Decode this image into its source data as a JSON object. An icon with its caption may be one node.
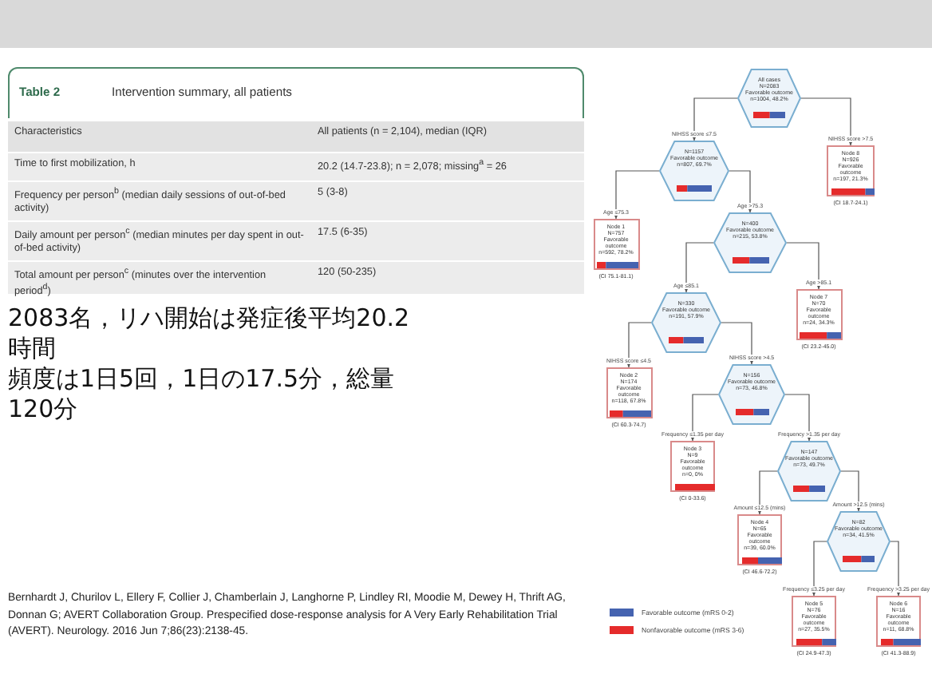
{
  "diagram": {
    "nodes": [
      {
        "text": [
          "All cases",
          "N=2083",
          "Favorable outcome",
          "n=1004, 48.2%"
        ]
      },
      {
        "text": [
          "N=1157",
          "Favorable outcome",
          "n=807, 69.7%"
        ]
      },
      {
        "text": [
          "Node 8",
          "N=926",
          "Favorable outcome",
          "n=197, 21.3%"
        ],
        "beside": [
          "(CI 18.7-24.1)"
        ]
      },
      {
        "text": [
          "Node 1",
          "N=757",
          "Favorable outcome",
          "n=592, 78.2%"
        ],
        "beside": [
          "(CI 75.1-81.1)"
        ]
      },
      {
        "text": [
          "N=400",
          "Favorable outcome",
          "n=215, 53.8%"
        ]
      },
      {
        "text": [
          "N=330",
          "Favorable outcome",
          "n=191, 57.9%"
        ]
      },
      {
        "text": [
          "Node 7",
          "N=70",
          "Favorable outcome",
          "n=24, 34.3%"
        ],
        "beside": [
          "(CI 23.2-45.0)"
        ]
      },
      {
        "text": [
          "Node 2",
          "N=174",
          "Favorable outcome",
          "n=118, 67.8%"
        ],
        "beside": [
          "(CI 60.3-74.7)"
        ]
      },
      {
        "text": [
          "N=156",
          "Favorable outcome",
          "n=73, 46.8%"
        ]
      },
      {
        "text": [
          "Node 3",
          "N=9",
          "Favorable outcome",
          "n=0, 0%"
        ],
        "beside": [
          "(CI 0-33.6)"
        ]
      },
      {
        "text": [
          "N=147",
          "Favorable outcome",
          "n=73, 49.7%"
        ]
      },
      {
        "text": [
          "Node 4",
          "N=65",
          "Favorable outcome",
          "n=39, 60.0%"
        ],
        "beside": [
          "(CI 46.6-72.2)"
        ]
      },
      {
        "text": [
          "N=82",
          "Favorable outcome",
          "n=34, 41.5%"
        ]
      },
      {
        "text": [
          "Node 5",
          "N=76",
          "Favorable outcome",
          "n=27, 35.5%"
        ],
        "beside": [
          "(CI 24.9-47.3)"
        ]
      },
      {
        "text": [
          "Node 6",
          "N=16",
          "Favorable outcome",
          "n=11, 68.8%"
        ],
        "beside": [
          "(CI 41.3-88.9)"
        ]
      }
    ],
    "edges": [
      {
        "from": 0,
        "to": 1,
        "arrow": "to",
        "label": "NIHSS score ≤7.5"
      },
      {
        "from": 0,
        "to": 2,
        "arrow": "to",
        "label": "NIHSS score >7.5"
      },
      {
        "from": 1,
        "to": 3,
        "arrow": "to",
        "label": "Age ≤75.3"
      },
      {
        "from": 1,
        "to": 4,
        "arrow": "to",
        "label": "Age >75.3"
      },
      {
        "from": 4,
        "to": 5,
        "arrow": "to",
        "label": "Age ≤85.1"
      },
      {
        "from": 4,
        "to": 6,
        "arrow": "to",
        "label": "Age >85.1"
      },
      {
        "from": 5,
        "to": 7,
        "arrow": "to",
        "label": "NIHSS score ≤4.5"
      },
      {
        "from": 5,
        "to": 8,
        "arrow": "to",
        "label": "NIHSS score >4.5"
      },
      {
        "from": 8,
        "to": 9,
        "arrow": "to",
        "label": "Frequency ≤1.35 per day"
      },
      {
        "from": 8,
        "to": 10,
        "arrow": "to",
        "label": "Frequency >1.35 per day"
      },
      {
        "from": 10,
        "to": 11,
        "arrow": "to",
        "label": "Amount ≤12.5 (mins)"
      },
      {
        "from": 10,
        "to": 12,
        "arrow": "to",
        "label": "Amount >12.5 (mins)"
      },
      {
        "from": 12,
        "to": 13,
        "arrow": "to",
        "label": "Frequency ≤3.25 per day"
      },
      {
        "from": 12,
        "to": 14,
        "arrow": "to",
        "label": "Frequency >3.25 per day"
      }
    ],
    "labels": [
      "Table 2",
      "Intervention summary, all patients",
      "Characteristics",
      "All patients (n = 2,104), median (IQR)",
      "Time to first mobilization, h",
      "20.2 (14.7-23.8); n = 2,078; missing$^{a}$ = 26",
      "Frequency per person$^{b}$ (median daily sessions of out-of-bed activity)",
      "5 (3-8)",
      "Daily amount per person$^{c}$ (median minutes per day spent in out-of-bed activity)",
      "17.5 (6-35)",
      "Total amount per person$^{c}$ (minutes over the intervention period$^{d}$)",
      "120 (50-235)",
      "2083名，リハ開始は発症後平均20.2時間",
      "頻度は1日5回，1日の17.5分，総量120分",
      "Bernhardt J, Churilov L, Ellery F, Collier J, Chamberlain J, Langhorne P, Lindley RI, Moodie M, Dewey H, Thrift AG, Donnan G; AVERT Collaboration Group. Prespecified dose-response analysis for A Very Early Rehabilitation Trial (AVERT). Neurology. 2016 Jun 7;86(23):2138-45."
    ],
    "legend": [
      {
        "text": "Favorable outcome (mRS 0-2)",
        "color": "#4563b0"
      },
      {
        "text": "Nonfavorable outcome (mRS 3-6)",
        "color": "#e52b2b"
      }
    ]
  }
}
